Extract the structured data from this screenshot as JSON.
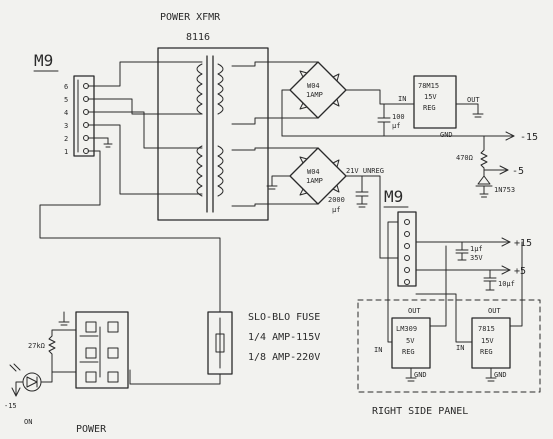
{
  "title": "POWER XFMR",
  "transformer_part": "8116",
  "connectors": {
    "left": {
      "label": "M9",
      "pins": [
        "6",
        "5",
        "4",
        "3",
        "2",
        "1"
      ]
    },
    "right": {
      "label": "M9"
    }
  },
  "rectifiers": [
    {
      "label_line1": "W04",
      "label_line2": "1AMP"
    },
    {
      "label_line1": "W04",
      "label_line2": "1AMP"
    }
  ],
  "regulators": {
    "top": {
      "part": "78M15",
      "line2": "15V",
      "line3": "REG",
      "in": "IN",
      "out": "OUT",
      "gnd": "GND"
    },
    "lm309": {
      "part": "LM309",
      "line2": "5V",
      "line3": "REG",
      "in": "IN",
      "out": "OUT",
      "gnd": "GND"
    },
    "r7815": {
      "part": "7815",
      "line2": "15V",
      "line3": "REG",
      "in": "IN",
      "out": "OUT",
      "gnd": "GND"
    }
  },
  "capacitors": {
    "top_filter": {
      "value": "100",
      "unit": "µf"
    },
    "main": {
      "value": "2000",
      "unit": "µf"
    }
  },
  "unreg_label": "21V UNREG",
  "outputs": {
    "neg15": "-15",
    "neg5": "-5",
    "pos15": "+15",
    "pos5": "+5"
  },
  "zener": {
    "resistor": "470Ω",
    "part": "1N753"
  },
  "small_caps": {
    "a": "1µf",
    "b": "35V",
    "c": "10µf"
  },
  "fuse_notes": [
    "SLO-BLO FUSE",
    "1/4 AMP-115V",
    "1/8 AMP-220V"
  ],
  "switch": {
    "resistor": "27kΩ",
    "supply": "-15",
    "led_label": "ON",
    "caption": "POWER"
  },
  "panel_caption": "RIGHT SIDE PANEL"
}
